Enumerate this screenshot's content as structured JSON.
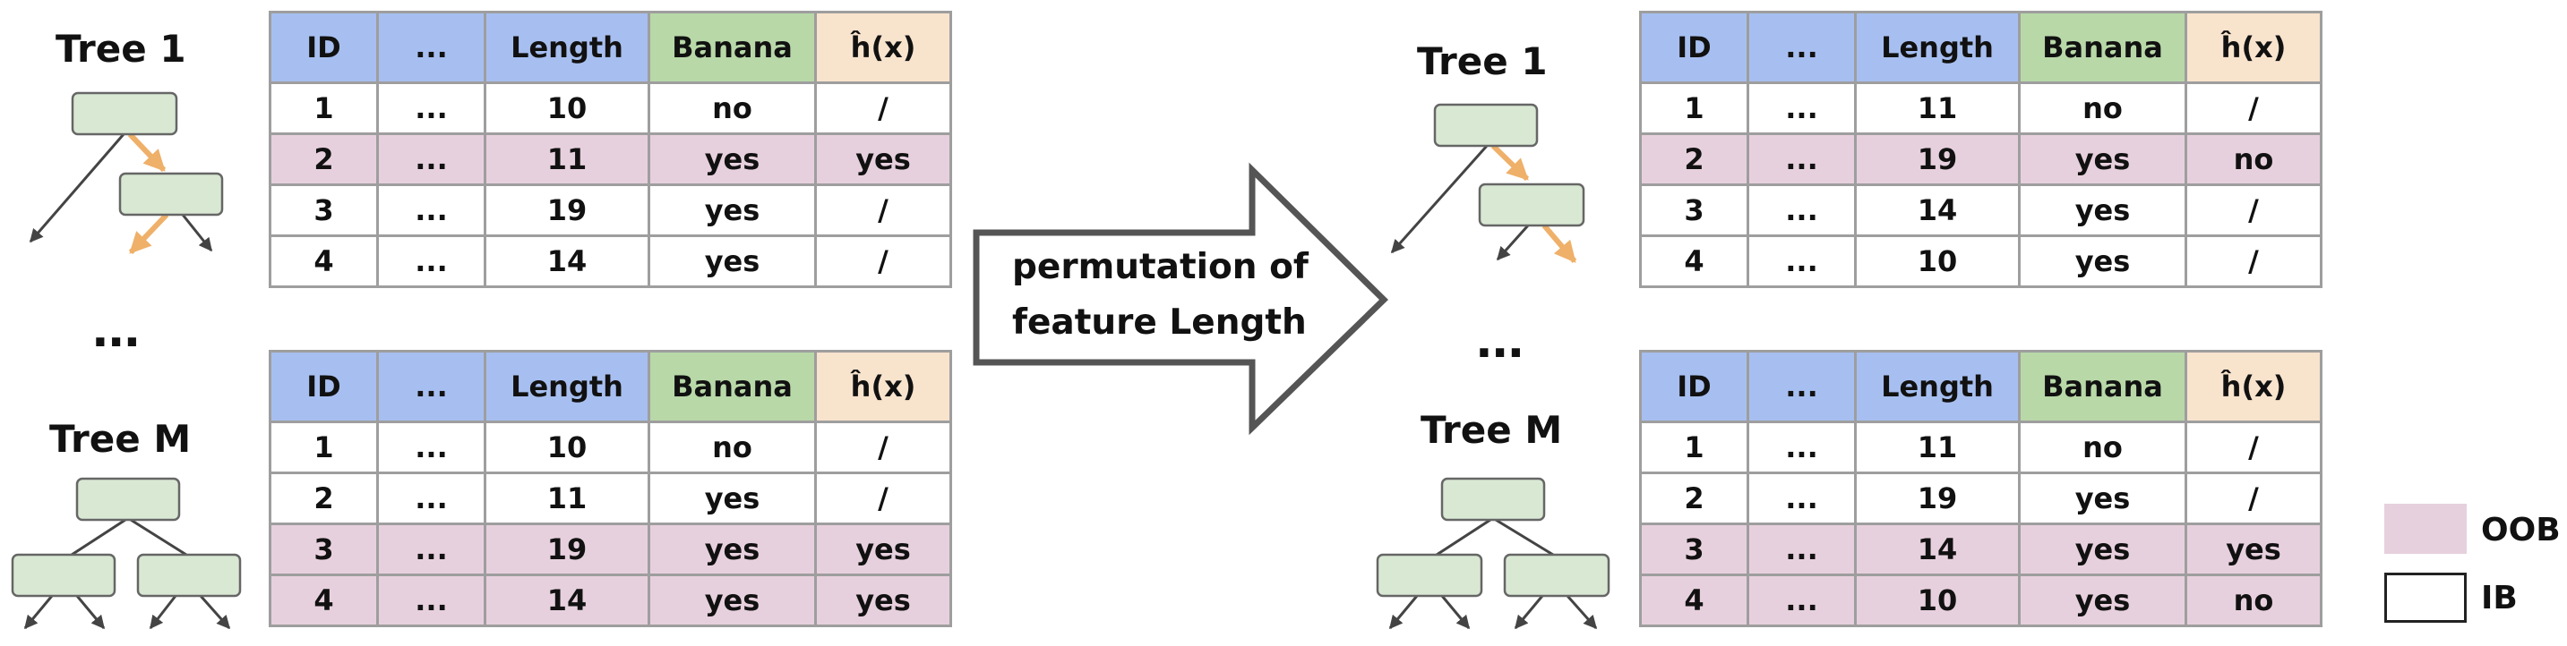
{
  "columns": [
    "ID",
    "...",
    "Length",
    "Banana",
    "ĥ(x)"
  ],
  "ellipsis": "...",
  "arrow_label": [
    "permutation of",
    "feature Length"
  ],
  "colors": {
    "id_header": "#a7bff0",
    "banana_header": "#b8d8a8",
    "h_header": "#f8e3cd",
    "oob_row": "#e7d0dd",
    "node": "#d9e8d3",
    "highlight_edge": "#efb069"
  },
  "left": {
    "tree1": {
      "label": "Tree 1",
      "rows": [
        {
          "id": "1",
          "dots": "...",
          "length": "10",
          "banana": "no",
          "h": "/",
          "oob": false
        },
        {
          "id": "2",
          "dots": "...",
          "length": "11",
          "banana": "yes",
          "h": "yes",
          "oob": true
        },
        {
          "id": "3",
          "dots": "...",
          "length": "19",
          "banana": "yes",
          "h": "/",
          "oob": false
        },
        {
          "id": "4",
          "dots": "...",
          "length": "14",
          "banana": "yes",
          "h": "/",
          "oob": false
        }
      ]
    },
    "treeM": {
      "label": "Tree M",
      "rows": [
        {
          "id": "1",
          "dots": "...",
          "length": "10",
          "banana": "no",
          "h": "/",
          "oob": false
        },
        {
          "id": "2",
          "dots": "...",
          "length": "11",
          "banana": "yes",
          "h": "/",
          "oob": false
        },
        {
          "id": "3",
          "dots": "...",
          "length": "19",
          "banana": "yes",
          "h": "yes",
          "oob": true
        },
        {
          "id": "4",
          "dots": "...",
          "length": "14",
          "banana": "yes",
          "h": "yes",
          "oob": true
        }
      ]
    }
  },
  "right": {
    "tree1": {
      "label": "Tree 1",
      "rows": [
        {
          "id": "1",
          "dots": "...",
          "length": "11",
          "banana": "no",
          "h": "/",
          "oob": false
        },
        {
          "id": "2",
          "dots": "...",
          "length": "19",
          "banana": "yes",
          "h": "no",
          "oob": true
        },
        {
          "id": "3",
          "dots": "...",
          "length": "14",
          "banana": "yes",
          "h": "/",
          "oob": false
        },
        {
          "id": "4",
          "dots": "...",
          "length": "10",
          "banana": "yes",
          "h": "/",
          "oob": false
        }
      ]
    },
    "treeM": {
      "label": "Tree M",
      "rows": [
        {
          "id": "1",
          "dots": "...",
          "length": "11",
          "banana": "no",
          "h": "/",
          "oob": false
        },
        {
          "id": "2",
          "dots": "...",
          "length": "19",
          "banana": "yes",
          "h": "/",
          "oob": false
        },
        {
          "id": "3",
          "dots": "...",
          "length": "14",
          "banana": "yes",
          "h": "yes",
          "oob": true
        },
        {
          "id": "4",
          "dots": "...",
          "length": "10",
          "banana": "yes",
          "h": "no",
          "oob": true
        }
      ]
    }
  },
  "legend": {
    "oob_label": "OOB",
    "ib_label": "IB"
  }
}
